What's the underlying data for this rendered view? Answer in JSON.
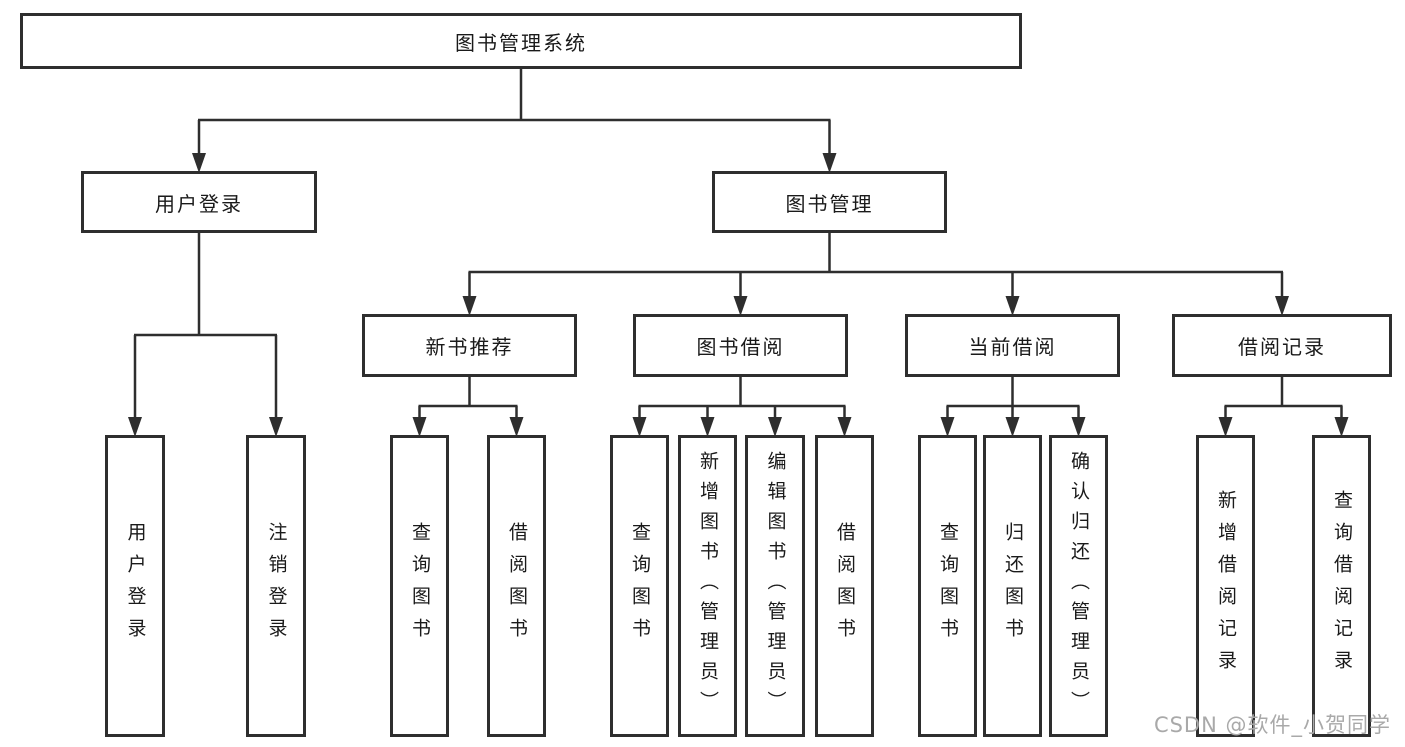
{
  "tree": {
    "root": "图书管理系统",
    "level2": [
      {
        "label": "用户登录",
        "children": [
          "用户登录",
          "注销登录"
        ]
      },
      {
        "label": "图书管理",
        "children": [
          {
            "label": "新书推荐",
            "children": [
              "查询图书",
              "借阅图书"
            ]
          },
          {
            "label": "图书借阅",
            "children": [
              "查询图书",
              "新增图书（管理员）",
              "编辑图书（管理员）",
              "借阅图书"
            ]
          },
          {
            "label": "当前借阅",
            "children": [
              "查询图书",
              "归还图书",
              "确认归还（管理员）"
            ]
          },
          {
            "label": "借阅记录",
            "children": [
              "新增借阅记录",
              "查询借阅记录"
            ]
          }
        ]
      }
    ]
  },
  "colors": {
    "line": "#2e2e2e"
  },
  "watermark": "CSDN @软件_小贺同学"
}
